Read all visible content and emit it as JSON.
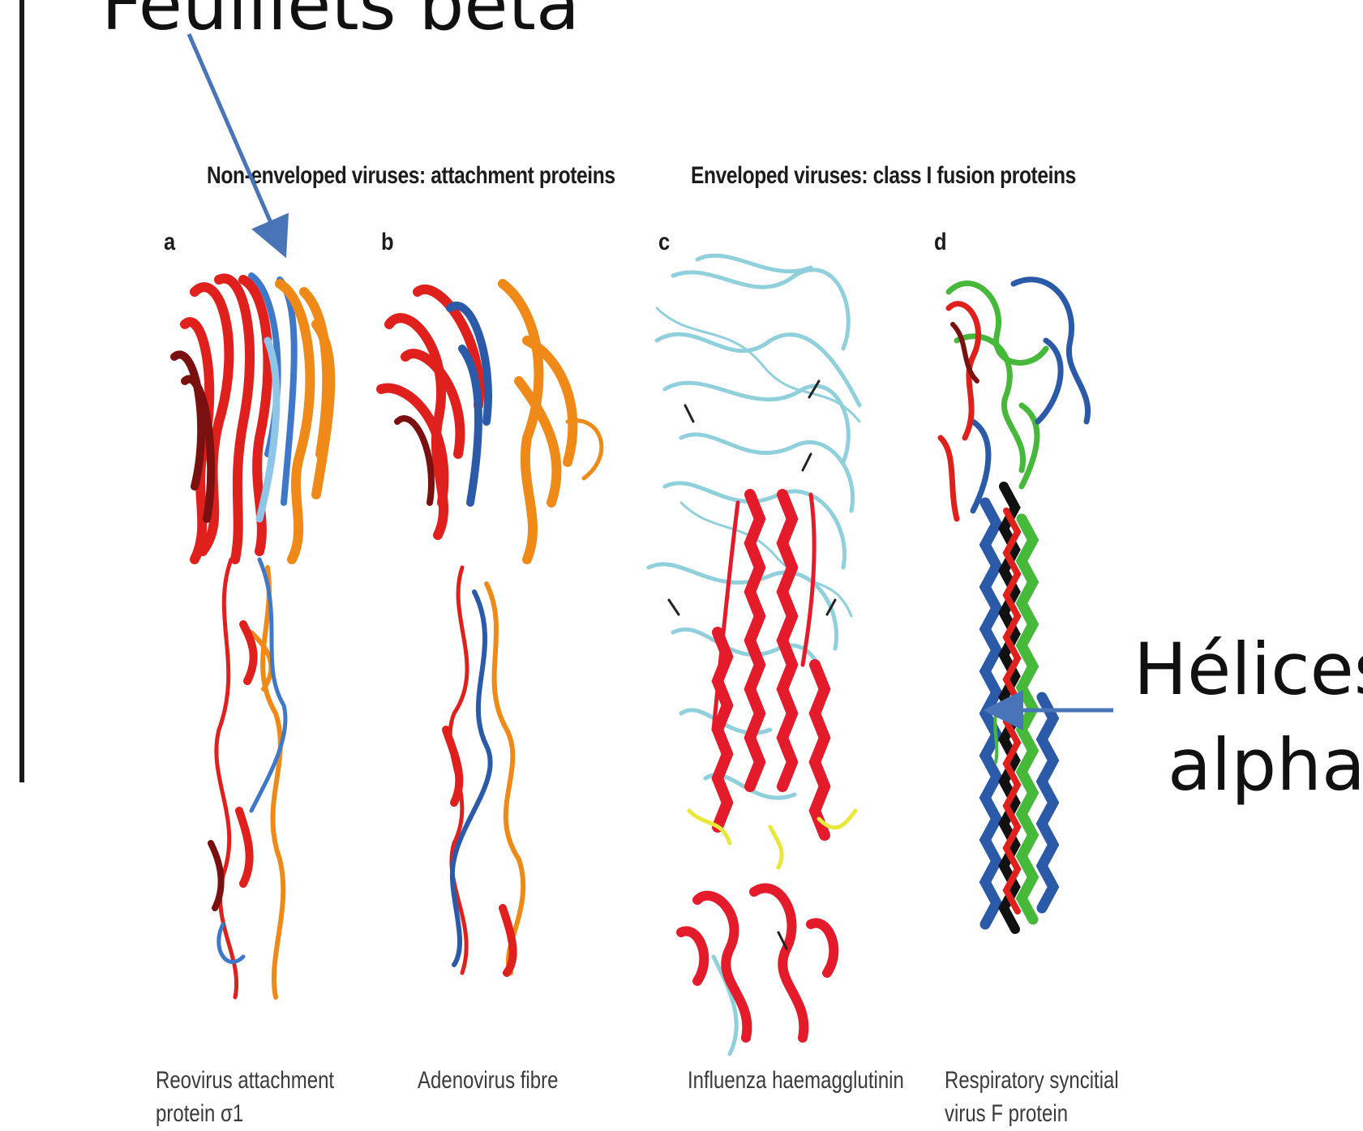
{
  "annotations": {
    "top_label": "Feuillets beta",
    "right_label_line1": "Hélices",
    "right_label_line2": "alpha"
  },
  "figure": {
    "section_left_title": "Non-enveloped viruses: attachment proteins",
    "section_right_title": "Enveloped viruses: class I fusion proteins",
    "panels": [
      {
        "letter": "a",
        "caption_line1": "Reovirus attachment",
        "caption_line2": "protein σ1"
      },
      {
        "letter": "b",
        "caption_line1": "Adenovirus fibre",
        "caption_line2": ""
      },
      {
        "letter": "c",
        "caption_line1": "Influenza haemagglutinin",
        "caption_line2": ""
      },
      {
        "letter": "d",
        "caption_line1": "Respiratory syncitial",
        "caption_line2": "virus F protein"
      }
    ]
  },
  "colors": {
    "arrow": "#4a74b8",
    "red": "#e0201c",
    "dark_red": "#7a1010",
    "orange": "#ef8a18",
    "blue": "#3f78c8",
    "light_blue": "#8fd0dc",
    "green": "#46b83a",
    "black": "#111111",
    "yellow": "#e8e83a"
  }
}
